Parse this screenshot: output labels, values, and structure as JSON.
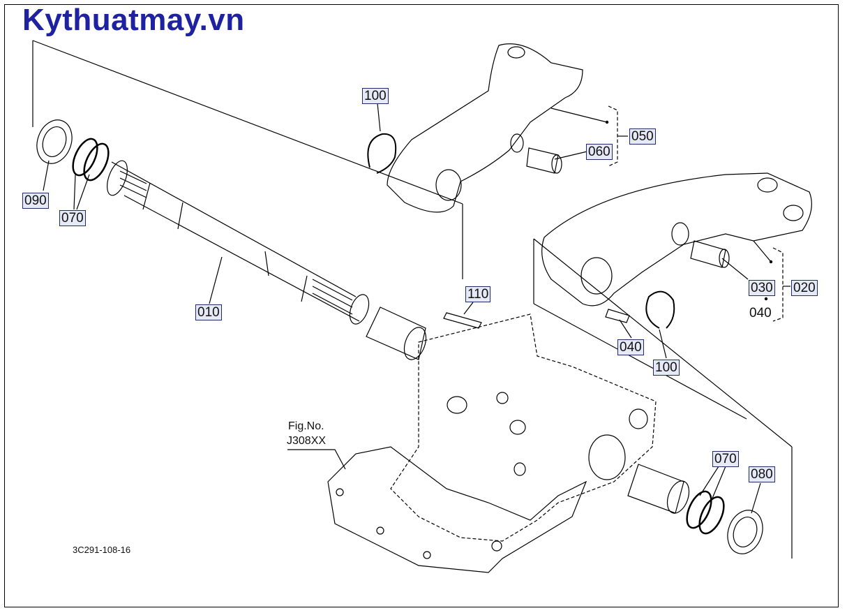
{
  "brand": "Kythuatmay.vn",
  "figure_ref": {
    "line1": "Fig.No.",
    "line2": "J308XX"
  },
  "drawing_code": "3C291-108-16",
  "callouts": {
    "p090": "090",
    "p070_left": "070",
    "p010": "010",
    "p100_top": "100",
    "p050": "050",
    "p060": "060",
    "p110": "110",
    "p030": "030",
    "p020": "020",
    "p040_right": "040",
    "p040": "040",
    "p100_right": "100",
    "p070_right": "070",
    "p080": "080"
  }
}
